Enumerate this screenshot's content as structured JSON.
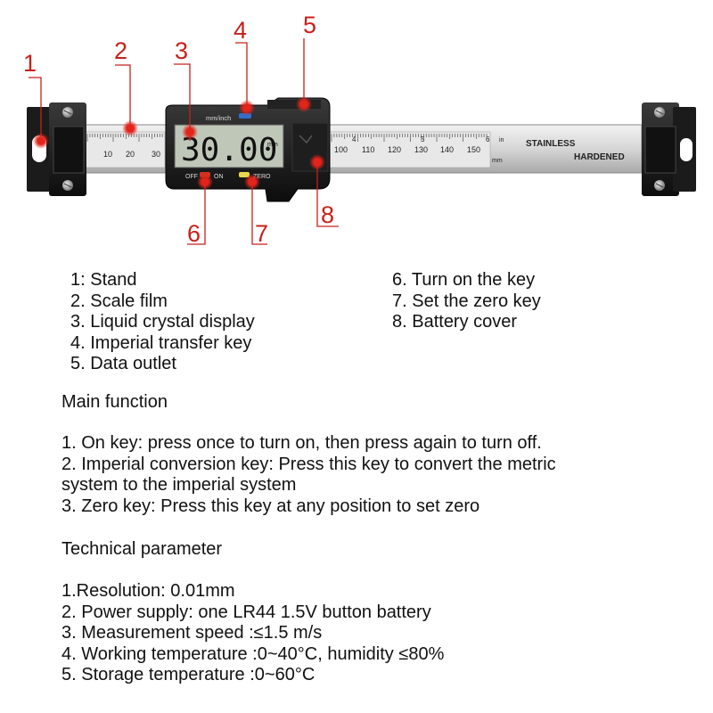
{
  "diagram": {
    "callouts": [
      "1",
      "2",
      "3",
      "4",
      "5",
      "6",
      "7",
      "8"
    ],
    "display_value": "30.00",
    "display_unit": "mm",
    "key_label_mm_inch": "mm/inch",
    "key_label_off": "OFF",
    "key_label_on": "ON",
    "key_label_zero": "ZERO",
    "scale_numbers_left": [
      "10",
      "20",
      "30"
    ],
    "scale_numbers_right": [
      "100",
      "110",
      "120",
      "130",
      "140",
      "150"
    ],
    "scale_inch_numbers": [
      "4",
      "5",
      "6"
    ],
    "scale_unit_in": "in",
    "scale_unit_mm": "mm",
    "plate_line1": "STAINLESS",
    "plate_line2": "HARDENED"
  },
  "parts_left": [
    "1: Stand",
    "2. Scale film",
    "3. Liquid crystal display",
    "4. Imperial transfer key",
    "5. Data outlet"
  ],
  "parts_right": [
    "6. Turn on the key",
    "7. Set the zero key",
    "8. Battery cover"
  ],
  "main_function": {
    "heading": "Main function",
    "lines": [
      "1. On key: press once to turn on, then press again to turn off.",
      "2. Imperial conversion key: Press this key to convert the metric",
      "system to the imperial system",
      "3. Zero key: Press this key at any position to set zero"
    ]
  },
  "technical": {
    "heading": "Technical parameter",
    "lines": [
      "1.Resolution: 0.01mm",
      "2. Power supply: one LR44 1.5V button battery",
      "3. Measurement speed :≤1.5 m/s",
      "4. Working temperature :0~40°C, humidity ≤80%",
      "5. Storage temperature :0~60°C"
    ]
  },
  "colors": {
    "callout_red": "#c8201a",
    "scale_silver": "#d9d9d9",
    "body_black": "#1a1a1a",
    "lcd_green": "#bfc7b8",
    "key_red": "#d0321f",
    "key_yellow": "#e8d84a",
    "key_blue": "#2f6fd0"
  }
}
